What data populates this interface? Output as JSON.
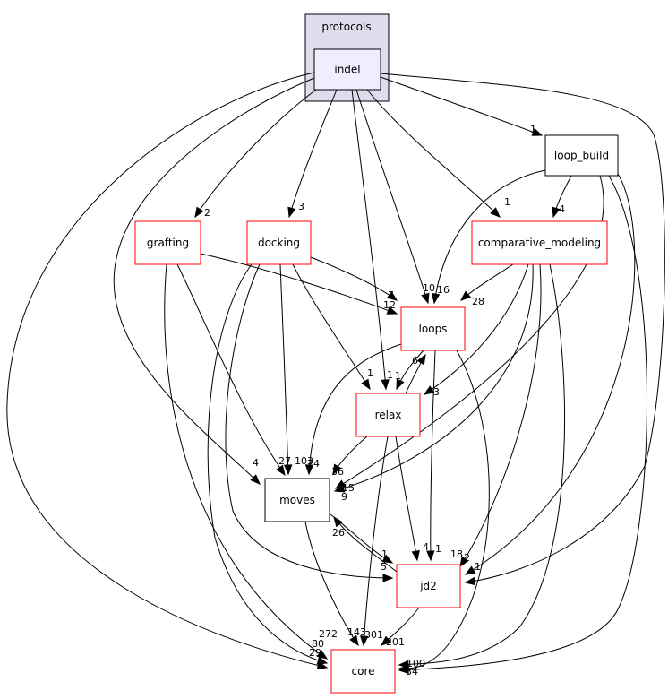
{
  "cluster": {
    "label": "protocols",
    "fill": "#dddded",
    "stroke": "#000000"
  },
  "nodes": {
    "indel": {
      "label": "indel",
      "fill": "#eeeeff",
      "stroke": "#000000"
    },
    "loop_build": {
      "label": "loop_build",
      "fill": "#ffffff",
      "stroke": "#000000"
    },
    "grafting": {
      "label": "grafting",
      "fill": "#ffffff",
      "stroke": "#ff0000"
    },
    "docking": {
      "label": "docking",
      "fill": "#ffffff",
      "stroke": "#ff0000"
    },
    "comparative_modeling": {
      "label": "comparative_modeling",
      "fill": "#ffffff",
      "stroke": "#ff0000"
    },
    "loops": {
      "label": "loops",
      "fill": "#ffffff",
      "stroke": "#ff0000"
    },
    "relax": {
      "label": "relax",
      "fill": "#ffffff",
      "stroke": "#ff0000"
    },
    "moves": {
      "label": "moves",
      "fill": "#ffffff",
      "stroke": "#000000"
    },
    "jd2": {
      "label": "jd2",
      "fill": "#ffffff",
      "stroke": "#ff0000"
    },
    "core": {
      "label": "core",
      "fill": "#ffffff",
      "stroke": "#ff0000"
    }
  },
  "edges": [
    {
      "from": "indel",
      "to": "loop_build",
      "label": "1"
    },
    {
      "from": "indel",
      "to": "grafting",
      "label": "2"
    },
    {
      "from": "indel",
      "to": "docking",
      "label": "3"
    },
    {
      "from": "indel",
      "to": "comparative_modeling",
      "label": "1"
    },
    {
      "from": "indel",
      "to": "loops",
      "label": "10"
    },
    {
      "from": "indel",
      "to": "relax",
      "label": "1"
    },
    {
      "from": "indel",
      "to": "moves",
      "label": "4"
    },
    {
      "from": "indel",
      "to": "core",
      "label": "29"
    },
    {
      "from": "indel",
      "to": "jd2",
      "label": "1"
    },
    {
      "from": "loop_build",
      "to": "comparative_modeling",
      "label": "4"
    },
    {
      "from": "loop_build",
      "to": "loops",
      "label": "16"
    },
    {
      "from": "loop_build",
      "to": "moves",
      "label": "15"
    },
    {
      "from": "loop_build",
      "to": "jd2",
      "label": "2"
    },
    {
      "from": "loop_build",
      "to": "core",
      "label": "34"
    },
    {
      "from": "grafting",
      "to": "loops",
      "label": "12"
    },
    {
      "from": "grafting",
      "to": "moves",
      "label": "27"
    },
    {
      "from": "grafting",
      "to": "core",
      "label": "272"
    },
    {
      "from": "docking",
      "to": "loops",
      "label": "7"
    },
    {
      "from": "docking",
      "to": "relax",
      "label": "1"
    },
    {
      "from": "docking",
      "to": "moves",
      "label": "103"
    },
    {
      "from": "docking",
      "to": "jd2",
      "label": "5"
    },
    {
      "from": "docking",
      "to": "core",
      "label": "80"
    },
    {
      "from": "comparative_modeling",
      "to": "loops",
      "label": "28"
    },
    {
      "from": "comparative_modeling",
      "to": "relax",
      "label": "3"
    },
    {
      "from": "comparative_modeling",
      "to": "moves",
      "label": "9"
    },
    {
      "from": "comparative_modeling",
      "to": "jd2",
      "label": "18"
    },
    {
      "from": "comparative_modeling",
      "to": "core",
      "label": "100"
    },
    {
      "from": "loops",
      "to": "relax",
      "label": "1"
    },
    {
      "from": "loops",
      "to": "moves",
      "label": "74"
    },
    {
      "from": "loops",
      "to": "jd2",
      "label": "1"
    },
    {
      "from": "loops",
      "to": "core",
      "label": ""
    },
    {
      "from": "relax",
      "to": "loops",
      "label": "6"
    },
    {
      "from": "relax",
      "to": "moves",
      "label": "36"
    },
    {
      "from": "relax",
      "to": "jd2",
      "label": "4"
    },
    {
      "from": "relax",
      "to": "core",
      "label": "301"
    },
    {
      "from": "moves",
      "to": "jd2",
      "label": "1"
    },
    {
      "from": "moves",
      "to": "core",
      "label": "143"
    },
    {
      "from": "jd2",
      "to": "moves",
      "label": "26"
    },
    {
      "from": "jd2",
      "to": "core",
      "label": "201"
    }
  ]
}
